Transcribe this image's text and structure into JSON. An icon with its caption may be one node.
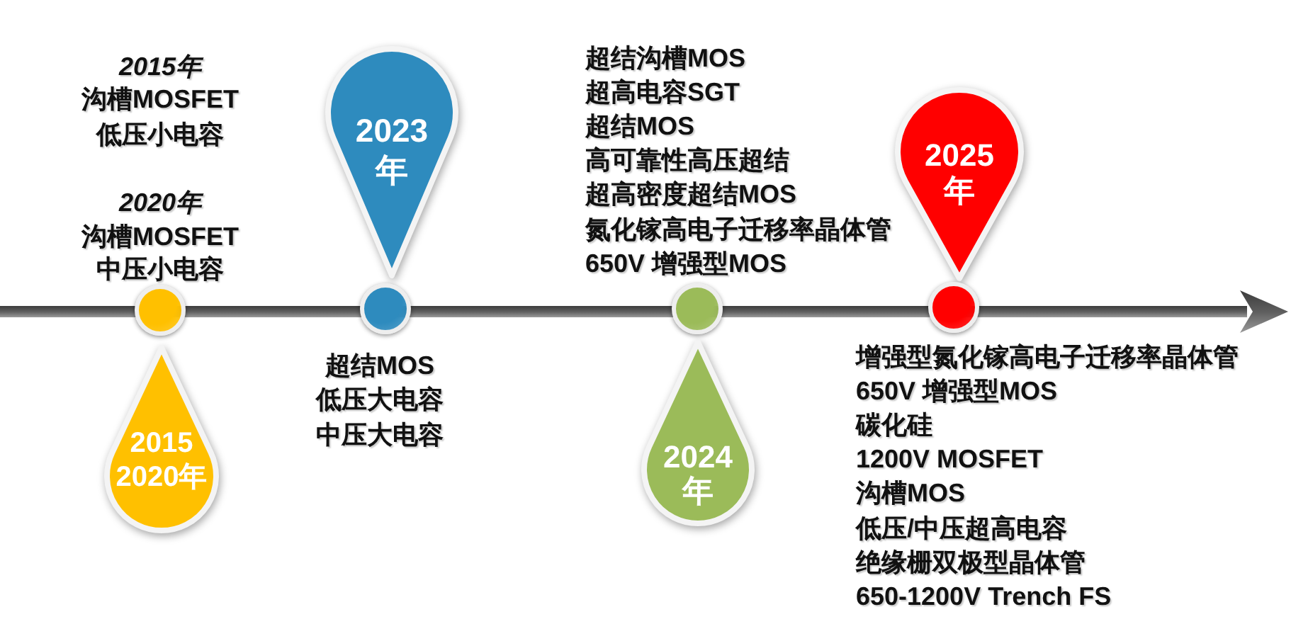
{
  "diagram": {
    "nodes": [
      {
        "text": [
          "2015 2020年"
        ],
        "beside": [
          "2015年",
          "沟槽MOSFET",
          "低压小电容",
          "2020年",
          "沟槽MOSFET",
          "中压小电容"
        ]
      },
      {
        "text": [],
        "shape": "circle"
      },
      {
        "text": [
          "2023年"
        ],
        "beside": [
          "超结MOS",
          "低压大电容",
          "中压大电容"
        ]
      },
      {
        "text": [],
        "shape": "circle"
      },
      {
        "text": [
          "2024年"
        ],
        "beside": [
          "超结沟槽MOS",
          "超高电容SGT",
          "超结MOS",
          "高可靠性高压超结",
          "超高密度超结MOS",
          "氮化镓高电子迁移率晶体管",
          "650V 增强型MOS"
        ]
      },
      {
        "text": [],
        "shape": "circle"
      },
      {
        "text": [
          "2025年"
        ],
        "beside": [
          "增强型氮化镓高电子迁移率晶体管",
          "650V 增强型MOS",
          "碳化硅",
          "1200V MOSFET",
          "沟槽MOS",
          "低压/中压超高电容",
          "绝缘栅双极型晶体管",
          "650-1200V Trench FS"
        ]
      },
      {
        "text": [],
        "shape": "circle"
      }
    ]
  }
}
